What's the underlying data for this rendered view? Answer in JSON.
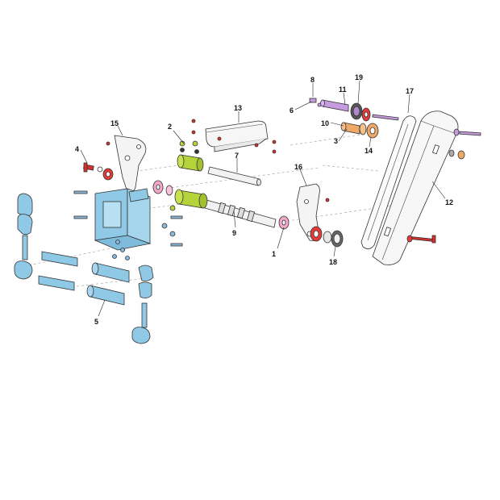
{
  "labels": {
    "l1": "1",
    "l2": "2",
    "l3": "3",
    "l4": "4",
    "l5": "5",
    "l6": "6",
    "l7": "7",
    "l8": "8",
    "l9": "9",
    "l10": "10",
    "l11": "11",
    "l12": "12",
    "l13": "13",
    "l14": "14",
    "l15": "15",
    "l16": "16",
    "l17": "17",
    "l18": "18",
    "l19": "19"
  },
  "colors": {
    "frame": "#8fc9e6",
    "bushing": "#b5d33a",
    "spacer": "#f2a6c8",
    "pin_violet": "#c79be0",
    "pulley": "#f0a868",
    "washer_red": "#e33a3a",
    "bolt_red": "#d83030",
    "screw_blue": "#8ab8d8",
    "steel": "#f2f2f2"
  }
}
